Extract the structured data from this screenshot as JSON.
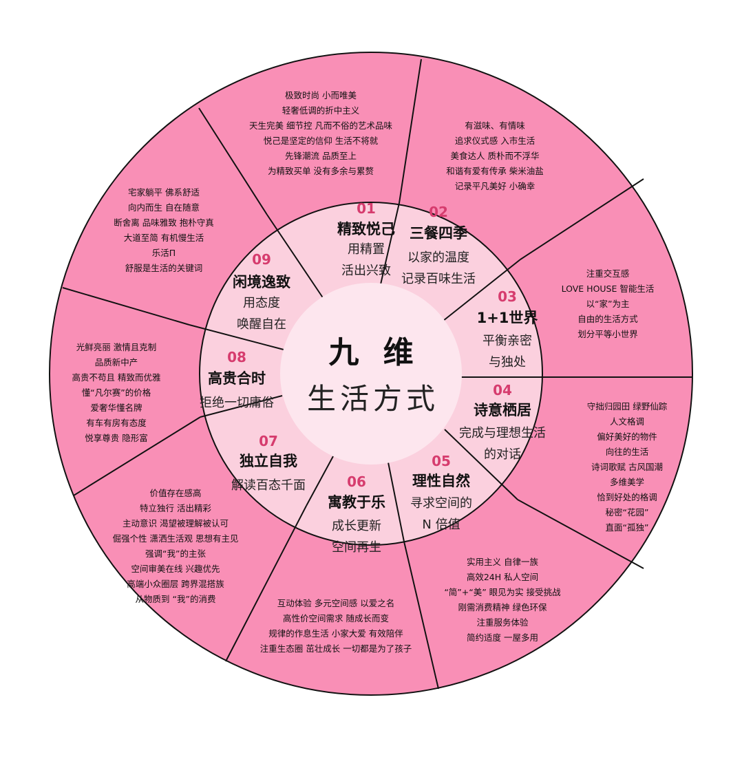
{
  "center": {
    "line1": "九 维",
    "line2": "生活方式"
  },
  "colors": {
    "outer_ring": "#f98fb6",
    "inner_ring": "#fbd0de",
    "center_circle": "#fde6ee",
    "number": "#d63c6e",
    "border": "#111111"
  },
  "segments": [
    {
      "num": "01",
      "title": "精致悦己",
      "sub": [
        "用精置",
        "活出兴致"
      ],
      "desc": [
        "极致时尚  小而唯美",
        "轻奢低调的折中主义",
        "天生完美  细节控  凡而不俗的艺术品味",
        "悦己是坚定的信仰  生活不将就",
        "先锋潮流  品质至上",
        "为精致买单  没有多余与累赘"
      ]
    },
    {
      "num": "02",
      "title": "三餐四季",
      "sub": [
        "以家的温度",
        "记录百味生活"
      ],
      "desc": [
        "有滋味、有情味",
        "追求仪式感  入市生活",
        "美食达人  质朴而不浮华",
        "和谐有爱有传承  柴米油盐",
        "记录平凡美好  小确幸"
      ]
    },
    {
      "num": "03",
      "title": "1+1世界",
      "sub": [
        "平衡亲密",
        "与独处"
      ],
      "desc": [
        "注重交互感",
        "LOVE HOUSE  智能生活",
        "以“家”为主",
        "自由的生活方式",
        "划分平等小世界"
      ]
    },
    {
      "num": "04",
      "title": "诗意栖居",
      "sub": [
        "完成与理想生活",
        "的对话"
      ],
      "desc": [
        "守拙归园田  绿野仙踪",
        "人文格调",
        "偏好美好的物件",
        "向往的生活",
        "诗词歌赋  古风国潮",
        "多维美学",
        "恰到好处的格调",
        "秘密“花园”",
        "直面“孤独”"
      ]
    },
    {
      "num": "05",
      "title": "理性自然",
      "sub": [
        "寻求空间的",
        "N 倍值"
      ],
      "desc": [
        "实用主义  自律一族",
        "高效24H  私人空间",
        "“简”+“美”  眼见为实  接受挑战",
        "刚需消费精神  绿色环保",
        "注重服务体验",
        "简约适度  一屋多用"
      ]
    },
    {
      "num": "06",
      "title": "寓教于乐",
      "sub": [
        "成长更新",
        "空间再生"
      ],
      "desc": [
        "互动体验  多元空间感  以爱之名",
        "高性价空间需求  随成长而变",
        "规律的作息生活  小家大爱  有效陪伴",
        "注重生态圈  茁壮成长  一切都是为了孩子"
      ]
    },
    {
      "num": "07",
      "title": "独立自我",
      "sub": [
        "解读百态千面"
      ],
      "desc": [
        "价值存在感高",
        "特立独行  活出精彩",
        "主动意识  渴望被理解被认可",
        "倔强个性  潇洒生活观  思想有主见",
        "强调“我”的主张",
        "空间审美在线  兴趣优先",
        "高端小众圈层  跨界混搭族",
        "从物质到  “我”的消费"
      ]
    },
    {
      "num": "08",
      "title": "高贵合时",
      "sub": [
        "拒绝一切庸俗"
      ],
      "desc": [
        "光鲜亮丽  激情且克制",
        "品质新中产",
        "高贵不苟且  精致而优雅",
        "懂“凡尔赛”的价格",
        "爱奢华懂名牌",
        "有车有房有态度",
        "悦享尊贵 隐形富"
      ]
    },
    {
      "num": "09",
      "title": "闲境逸致",
      "sub": [
        "用态度",
        "唤醒自在"
      ],
      "desc": [
        "宅家躺平  佛系舒适",
        "向内而生 自在随意",
        "断舍离 品味雅致 抱朴守真",
        "大道至简 有机慢生活",
        "乐活Π",
        "舒服是生活的关键词"
      ]
    }
  ]
}
